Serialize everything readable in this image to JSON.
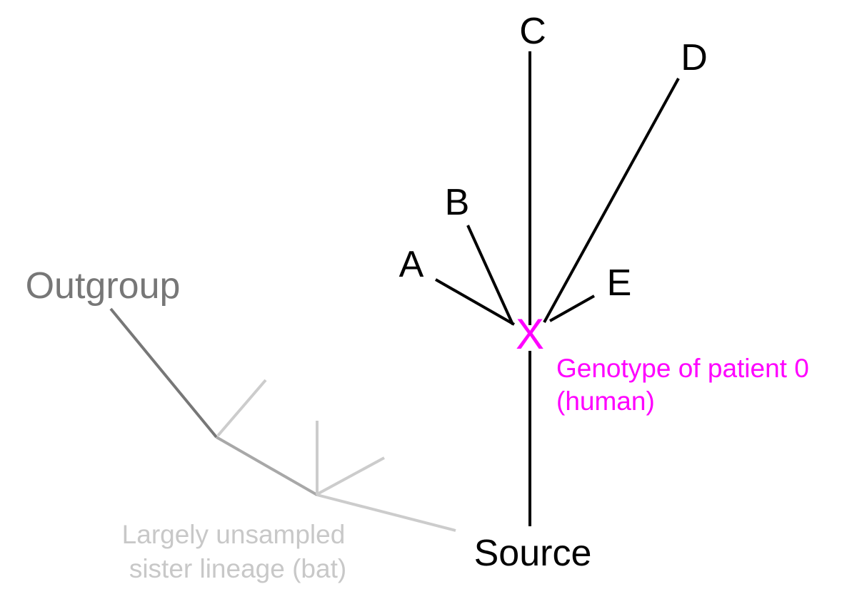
{
  "tips": {
    "a": "A",
    "b": "B",
    "c": "C",
    "d": "D",
    "e": "E"
  },
  "marker": "X",
  "patient_label": {
    "line1": "Genotype of patient 0",
    "line2": "(human)"
  },
  "source_label": "Source",
  "outgroup_label": "Outgroup",
  "sister_label": {
    "line1": "Largely unsampled",
    "line2": "sister lineage (bat)"
  },
  "colors": {
    "tree_main": "#000000",
    "patient_highlight": "#ff00ff",
    "outgroup": "#777777",
    "sister_lineage": "#cccccc"
  }
}
